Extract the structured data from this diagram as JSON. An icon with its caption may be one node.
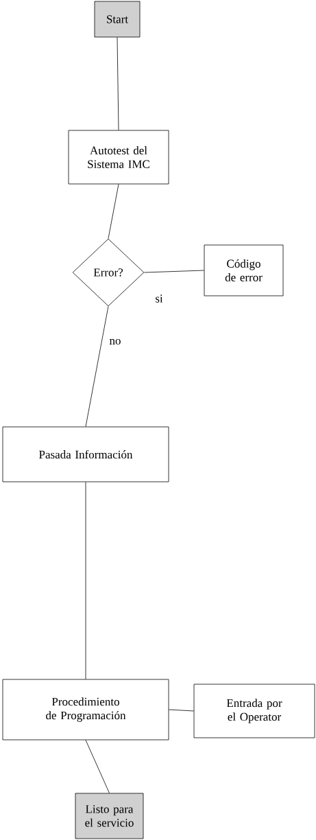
{
  "diagram": {
    "nodes": [
      {
        "text": [
          "Start"
        ]
      },
      {
        "text": [
          "Autotest del Sistema IMC"
        ]
      },
      {
        "text": [
          "Error?"
        ]
      },
      {
        "text": [
          "Código de error"
        ]
      },
      {
        "text": [
          "Pasada Información"
        ]
      },
      {
        "text": [
          "Procedimiento de Programación"
        ]
      },
      {
        "text": [
          "Entrada por el Operator"
        ]
      },
      {
        "text": [
          "Listo para el servicio"
        ]
      }
    ],
    "edges": [
      {
        "from": 0,
        "to": 1,
        "arrow": "none"
      },
      {
        "from": 1,
        "to": 2,
        "arrow": "none"
      },
      {
        "from": 2,
        "to": 3,
        "arrow": "none",
        "label": "si"
      },
      {
        "from": 2,
        "to": 4,
        "arrow": "none",
        "label": "no"
      },
      {
        "from": 4,
        "to": 5,
        "arrow": "none"
      },
      {
        "from": 5,
        "to": 6,
        "arrow": "none"
      },
      {
        "from": 5,
        "to": 7,
        "arrow": "none"
      }
    ]
  }
}
